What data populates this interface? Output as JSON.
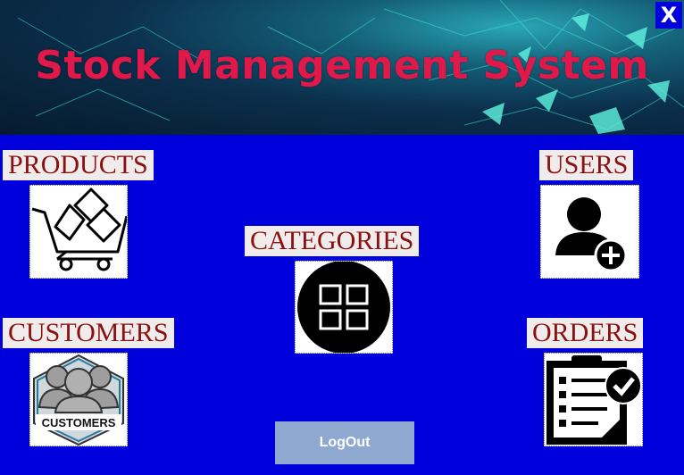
{
  "app": {
    "title": "Stock Management System",
    "close_label": "X"
  },
  "modules": {
    "products": "PRODUCTS",
    "users": "USERS",
    "categories": "CATEGORIES",
    "customers": "CUSTOMERS",
    "orders": "ORDERS"
  },
  "customers_badge_text": "CUSTOMERS",
  "logout_label": "LogOut",
  "colors": {
    "background": "#0000dc",
    "title": "#e0194a",
    "label_text": "#8b1010",
    "label_bg": "#f0ecec",
    "logout_bg": "#8fa8d0"
  },
  "icons": {
    "products": "shopping-cart-boxes-icon",
    "users": "add-user-icon",
    "categories": "grid-icon",
    "customers": "customers-group-icon",
    "orders": "clipboard-check-icon"
  }
}
